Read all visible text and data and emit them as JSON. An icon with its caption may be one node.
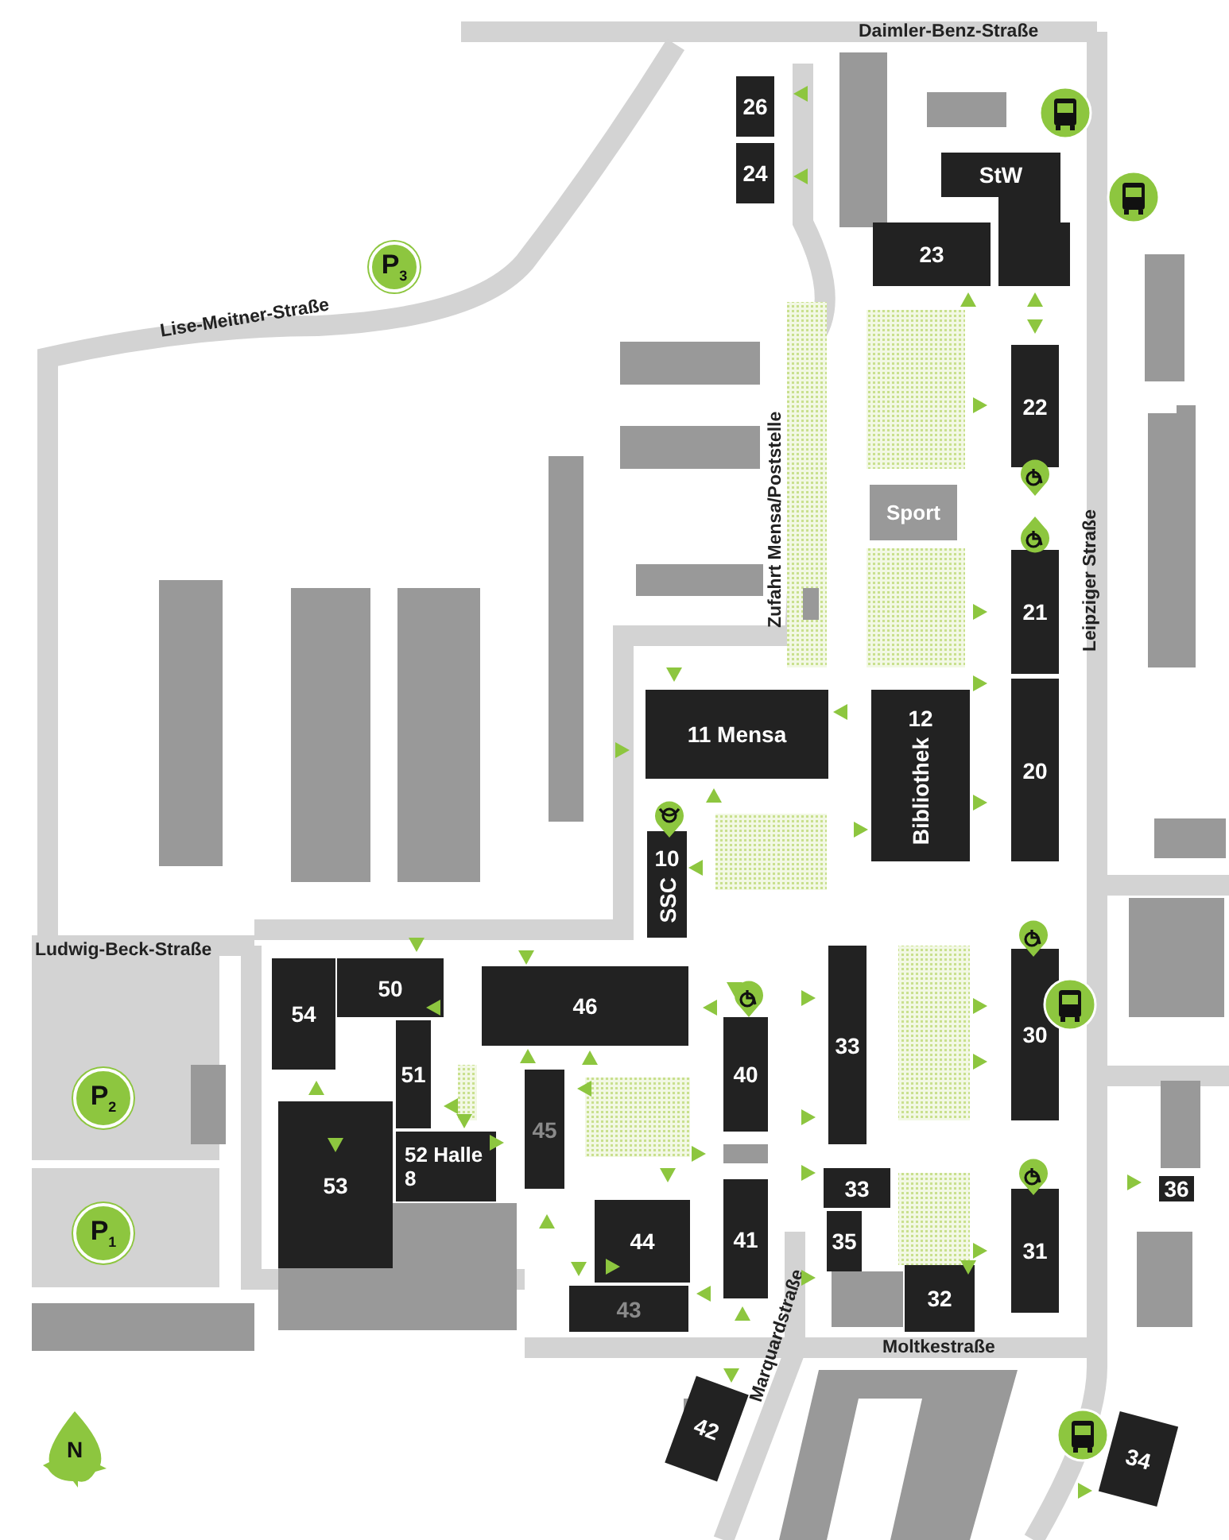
{
  "diagram": {
    "nodes": [
      {
        "text": [
          "P$_{3}$"
        ]
      },
      {
        "text": [
          "26"
        ]
      },
      {
        "text": [
          "24"
        ]
      },
      {
        "text": [
          "StW"
        ]
      },
      {
        "text": [
          "23"
        ]
      },
      {
        "text": [
          "22"
        ]
      },
      {
        "text": [
          "Sport"
        ]
      },
      {
        "text": [
          "21"
        ]
      },
      {
        "text": [
          "11 Mensa"
        ]
      },
      {
        "text": [
          "12",
          "Bibliothek"
        ]
      },
      {
        "text": [
          "20"
        ]
      },
      {
        "text": [
          "10",
          "SSC"
        ]
      },
      {
        "text": [
          "50"
        ]
      },
      {
        "text": [
          "46"
        ]
      },
      {
        "text": [
          "54"
        ]
      },
      {
        "text": [
          "30"
        ]
      },
      {
        "text": [
          "P$_{2}$"
        ]
      },
      {
        "text": [
          "40"
        ]
      },
      {
        "text": [
          "33"
        ]
      },
      {
        "text": [
          "51"
        ]
      },
      {
        "text": [
          "45"
        ]
      },
      {
        "text": [
          "52 Halle 8"
        ]
      },
      {
        "text": [
          "53"
        ]
      },
      {
        "text": [
          "33"
        ]
      },
      {
        "text": [
          "36"
        ]
      },
      {
        "text": [
          "44"
        ]
      },
      {
        "text": [
          "41"
        ]
      },
      {
        "text": [
          "35"
        ]
      },
      {
        "text": [
          "P$_{1}$"
        ]
      },
      {
        "text": [
          "31"
        ]
      },
      {
        "text": [
          "43"
        ]
      },
      {
        "text": [
          "32"
        ]
      },
      {
        "text": [
          "42"
        ]
      },
      {
        "text": [
          "34"
        ]
      },
      {
        "text": [
          "N"
        ]
      }
    ],
    "labels": [
      "Daimler-Benz-Straße",
      "Lise-Meitner-Straße",
      "Zufahrt Mensa/Poststelle",
      "Leipziger Straße",
      "Ludwig-Beck-Straße",
      "Marquardstraße",
      "Moltkestraße"
    ]
  }
}
